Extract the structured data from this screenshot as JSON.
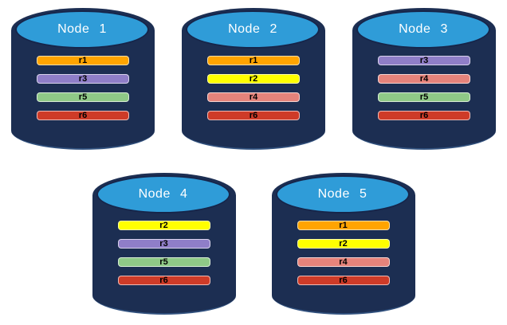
{
  "nodes": [
    {
      "name": "Node 1",
      "replicas": [
        "r1",
        "r3",
        "r5",
        "r6"
      ]
    },
    {
      "name": "Node 2",
      "replicas": [
        "r1",
        "r2",
        "r4",
        "r6"
      ]
    },
    {
      "name": "Node 3",
      "replicas": [
        "r3",
        "r4",
        "r5",
        "r6"
      ]
    },
    {
      "name": "Node 4",
      "replicas": [
        "r2",
        "r3",
        "r5",
        "r6"
      ]
    },
    {
      "name": "Node 5",
      "replicas": [
        "r1",
        "r2",
        "r4",
        "r6"
      ]
    }
  ],
  "replica_colors": {
    "r1": "#FFA400",
    "r2": "#FFFF00",
    "r3": "#8F7EC8",
    "r4": "#E5837B",
    "r5": "#8FC987",
    "r6": "#CE3B28"
  },
  "colors": {
    "background": "#FFFFFF",
    "cylinder_body": "#1C2E52",
    "cylinder_top": "#2F9CD8",
    "title_text": "#FFFFFF",
    "replica_text": "#000000"
  },
  "layout": {
    "rows": [
      [
        0,
        1,
        2
      ],
      [
        3,
        4
      ]
    ]
  }
}
